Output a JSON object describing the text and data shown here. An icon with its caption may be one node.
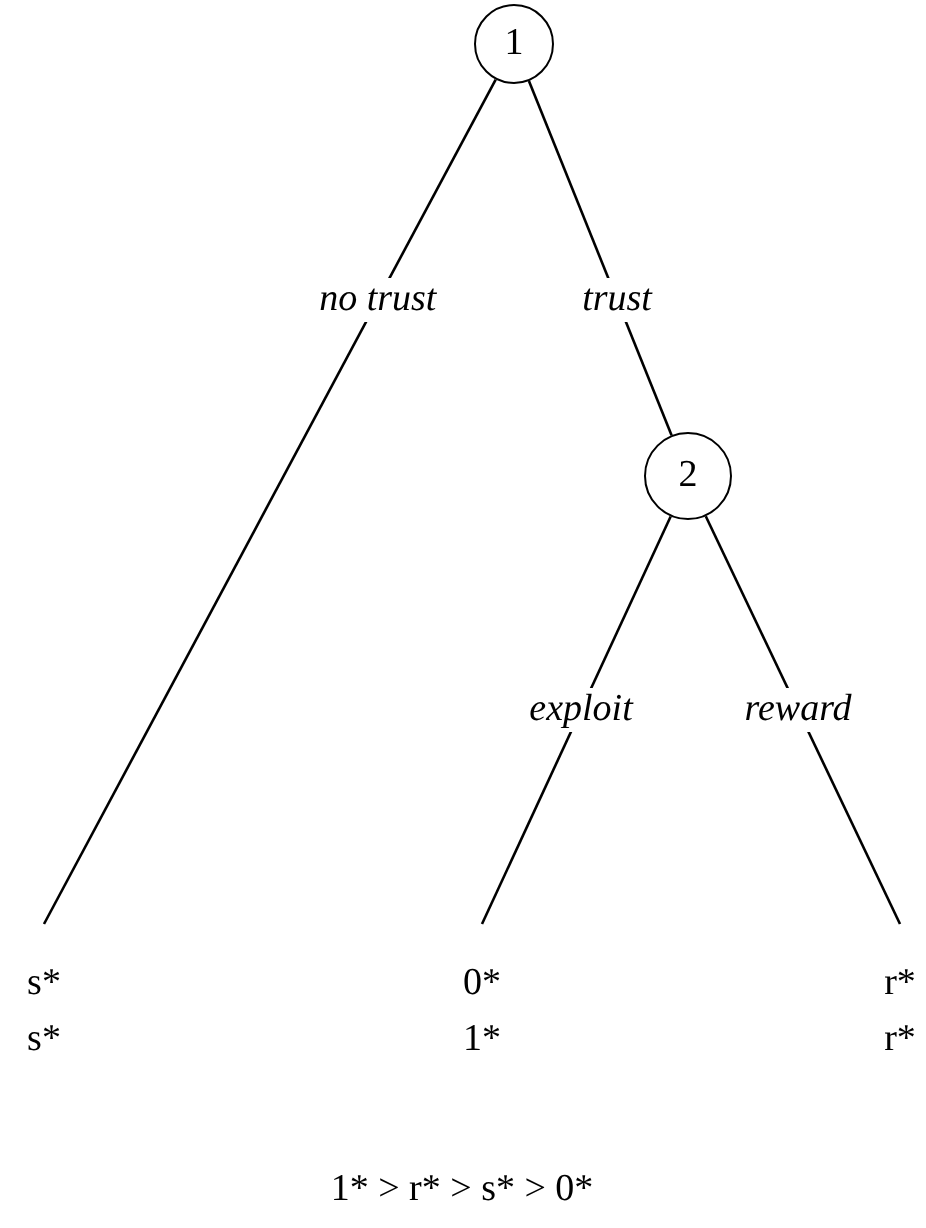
{
  "diagram": {
    "nodes": [
      {
        "text": [
          "1"
        ]
      },
      {
        "text": [
          "2"
        ]
      },
      {
        "text": [
          "s*",
          "s*"
        ]
      },
      {
        "text": [
          "0*",
          "1*"
        ]
      },
      {
        "text": [
          "r*",
          "r*"
        ]
      }
    ],
    "edges": [
      {
        "from": 0,
        "to": 2,
        "label": "no trust",
        "arrow": "none"
      },
      {
        "from": 0,
        "to": 1,
        "label": "trust",
        "arrow": "none"
      },
      {
        "from": 1,
        "to": 3,
        "label": "exploit",
        "arrow": "none"
      },
      {
        "from": 1,
        "to": 4,
        "label": "reward",
        "arrow": "none"
      }
    ],
    "labels": [
      "1* > r* > s* > 0*"
    ]
  }
}
